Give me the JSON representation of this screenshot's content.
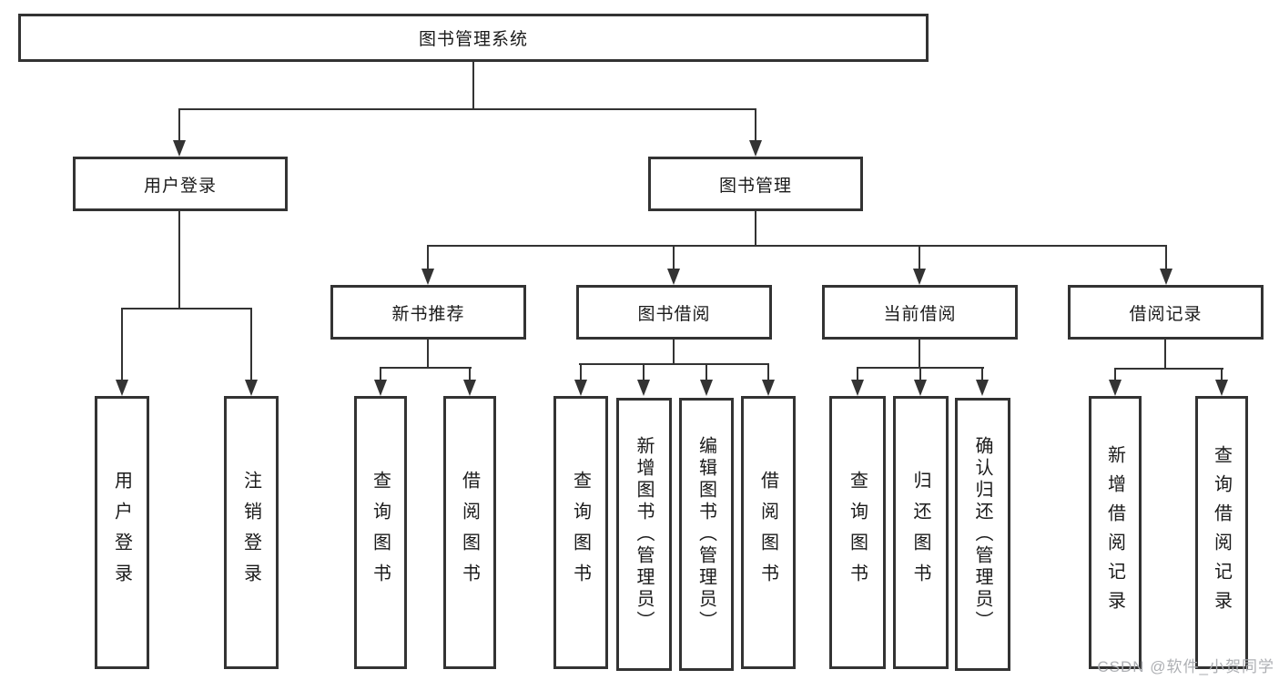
{
  "tree": {
    "root": {
      "label": "图书管理系统",
      "children": [
        {
          "label": "用户登录",
          "children": [
            {
              "label": "用户登录"
            },
            {
              "label": "注销登录"
            }
          ]
        },
        {
          "label": "图书管理",
          "children": [
            {
              "label": "新书推荐",
              "children": [
                {
                  "label": "查询图书"
                },
                {
                  "label": "借阅图书"
                }
              ]
            },
            {
              "label": "图书借阅",
              "children": [
                {
                  "label": "查询图书"
                },
                {
                  "label": "新增图书（管理员）"
                },
                {
                  "label": "编辑图书（管理员）"
                },
                {
                  "label": "借阅图书"
                }
              ]
            },
            {
              "label": "当前借阅",
              "children": [
                {
                  "label": "查询图书"
                },
                {
                  "label": "归还图书"
                },
                {
                  "label": "确认归还（管理员）"
                }
              ]
            },
            {
              "label": "借阅记录",
              "children": [
                {
                  "label": "新增借阅记录"
                },
                {
                  "label": "查询借阅记录"
                }
              ]
            }
          ]
        }
      ]
    }
  },
  "watermark": "CSDN @软件_小贺同学",
  "colors": {
    "line": "#333333",
    "text": "#1a1a1a",
    "watermark": "#aaacb0",
    "background": "#ffffff"
  }
}
